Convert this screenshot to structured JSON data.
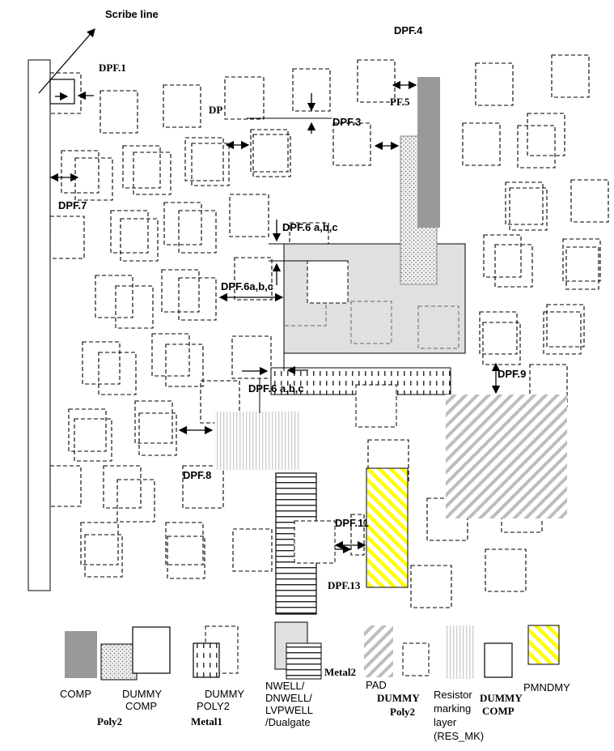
{
  "labels": {
    "scribe_line": "Scribe line",
    "dpf1": "DPF.1",
    "dpf2_partial": "DP",
    "dpf3": "DPF.3",
    "dpf4": "DPF.4",
    "dpf5_partial": "PF.5",
    "dpf6_top": "DPF.6 a,b,c",
    "dpf6_left": "DPF.6a,b,c",
    "dpf6_bottom": "DPF.6 a,b,c",
    "dpf7": "DPF.7",
    "dpf8": "DPF.8",
    "dpf9": "DPF.9",
    "dpf11": "DPF.11",
    "dpf13": "DPF.13"
  },
  "legend": {
    "comp": "COMP",
    "poly2": "Poly2",
    "dummy_comp": [
      "DUMMY",
      "COMP"
    ],
    "metal1": "Metal1",
    "dummy_poly2": [
      "DUMMY",
      "POLY2"
    ],
    "nwell": [
      "NWELL/",
      "DNWELL/",
      "LVPWELL",
      "/Dualgate"
    ],
    "metal2": "Metal2",
    "pad": "PAD",
    "dummy_poly2_b": [
      "DUMMY",
      "Poly2"
    ],
    "resistor": [
      "Resistor",
      "marking",
      "layer",
      "(RES_MK)"
    ],
    "dummy_comp_b": [
      "DUMMY",
      "COMP"
    ],
    "pmndmy": "PMNDMY"
  },
  "colors": {
    "comp": "#999999",
    "nwell": "#e0e0e0",
    "pmndmy_yellow": "#ffff00",
    "pad_hatch": "#bdbdbd",
    "resistor_lines": "#cccccc"
  }
}
